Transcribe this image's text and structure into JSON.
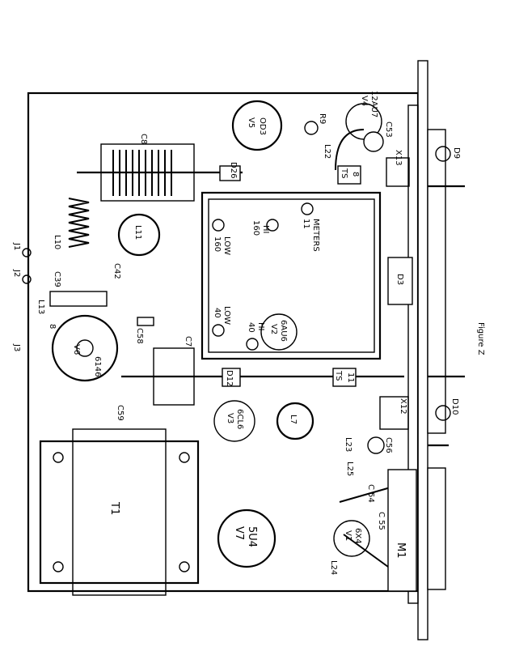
{
  "figure_caption": "Figure Z",
  "labels": {
    "c8": "C8",
    "v5": "V5",
    "v5_type": "OD3",
    "r9": "R9",
    "v4": "V4",
    "v4_type": "12AU7",
    "c53": "C53",
    "l22": "L22",
    "x13": "X13",
    "d9": "D9",
    "d26": "D26",
    "ts8": "TS",
    "ts8_num": "8",
    "l11": "L11",
    "l10": "L10",
    "j1": "J1",
    "j2": "J2",
    "c39": "C39",
    "c42": "C42",
    "l13": "L13",
    "eight": "8",
    "s160": "160",
    "low160": "LOW",
    "hi160_num": "160",
    "hi160": "HI",
    "m11": "11",
    "meters": "METERS",
    "d3": "D3",
    "s40": "40",
    "low40": "LOW",
    "hi40_num": "40",
    "hi40": "HI",
    "v2": "V2",
    "v2_type": "6AU6",
    "v6": "V6",
    "v6_type": "6146",
    "c58": "C58",
    "c7": "C7",
    "d12": "D12",
    "ts11": "TS",
    "ts11_num": "11",
    "j3": "J3",
    "c59": "C59",
    "l7": "L7",
    "l23": "L23",
    "c56": "C56",
    "x12": "X12",
    "d10": "D10",
    "v3": "V3",
    "v3_type": "6CL6",
    "t1": "T1",
    "v7": "V7",
    "v7_type": "5U4",
    "v1": "V1",
    "v1_type": "6X4",
    "l25": "L25",
    "c54": "C 54",
    "c55": "C 55",
    "l24": "L24",
    "m1": "M1"
  }
}
